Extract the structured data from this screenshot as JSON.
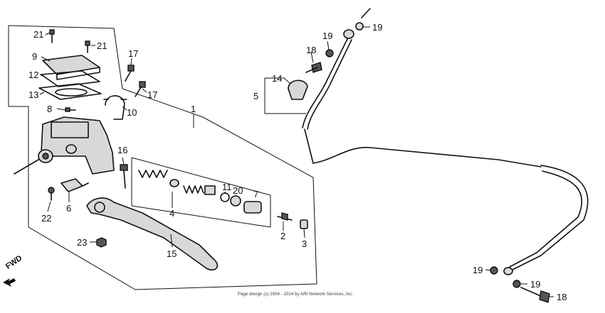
{
  "callouts": {
    "c1": "1",
    "c2": "2",
    "c3": "3",
    "c4": "4",
    "c5": "5",
    "c6": "6",
    "c7": "7",
    "c8": "8",
    "c9": "9",
    "c10": "10",
    "c11": "11",
    "c12": "12",
    "c13": "13",
    "c14": "14",
    "c15": "15",
    "c16": "16",
    "c17a": "17",
    "c17b": "17",
    "c18a": "18",
    "c18b": "18",
    "c19a": "19",
    "c19b": "19",
    "c19c": "19",
    "c19d": "19",
    "c20": "20",
    "c21a": "21",
    "c21b": "21",
    "c22": "22",
    "c23": "23"
  },
  "direction": {
    "label": "FWD"
  },
  "footer": {
    "copyright": "Page design (c) 2004 - 2014 by ARI Network Services, Inc."
  }
}
